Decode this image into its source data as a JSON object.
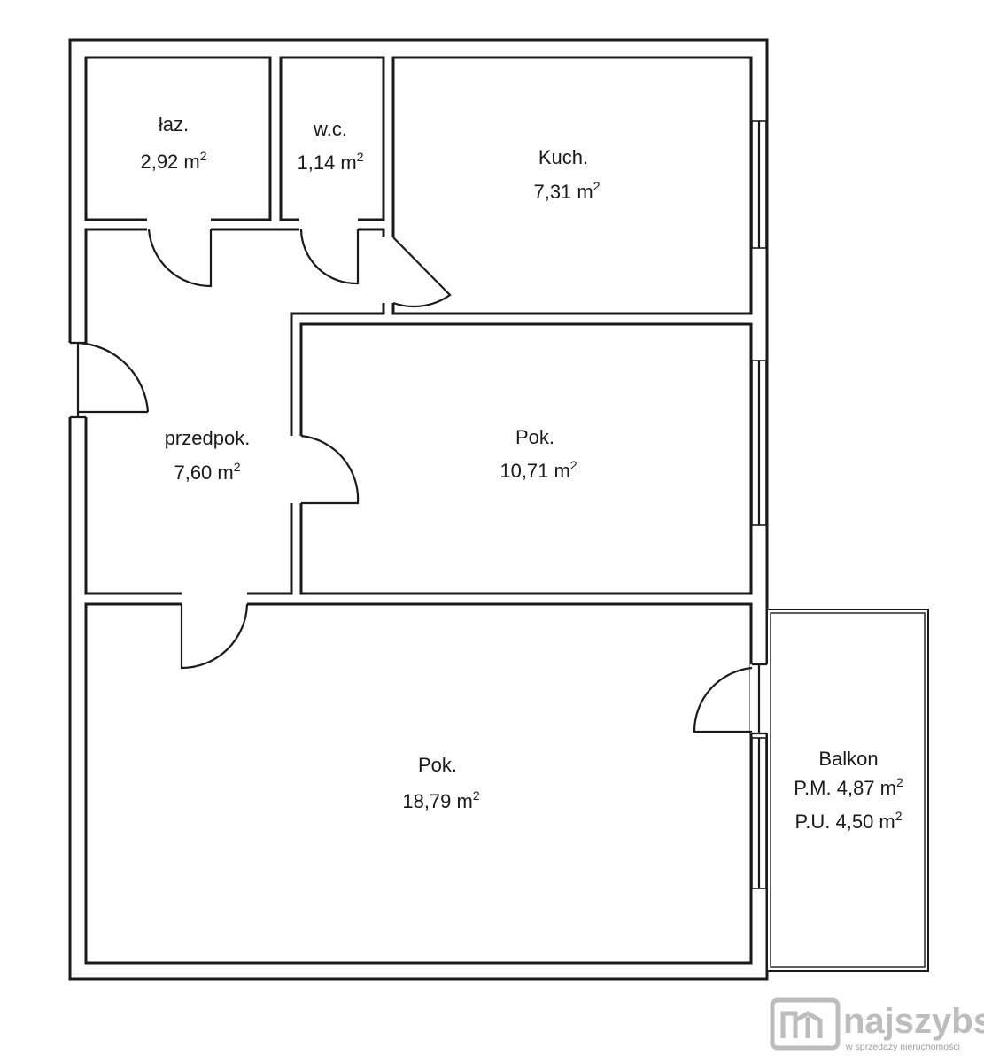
{
  "rooms": {
    "bathroom": {
      "name": "łaz.",
      "area": "2,92 m",
      "unit_sup": "2"
    },
    "wc": {
      "name": "w.c.",
      "area": "1,14 m",
      "unit_sup": "2"
    },
    "kitchen": {
      "name": "Kuch.",
      "area": "7,31 m",
      "unit_sup": "2"
    },
    "hall": {
      "name": "przedpok.",
      "area": "7,60 m",
      "unit_sup": "2"
    },
    "room_small": {
      "name": "Pok.",
      "area": "10,71 m",
      "unit_sup": "2"
    },
    "room_large": {
      "name": "Pok.",
      "area": "18,79 m",
      "unit_sup": "2"
    },
    "balcony": {
      "name": "Balkon",
      "pm": "P.M. 4,87 m",
      "pu": "P.U. 4,50 m",
      "unit_sup": "2"
    }
  },
  "logo": {
    "brand": "najszybsi",
    "tagline": "w sprzedaży nieruchomości"
  },
  "colors": {
    "wall": "#1a1a1a",
    "background": "#ffffff",
    "logo": "#bdbdbd"
  }
}
